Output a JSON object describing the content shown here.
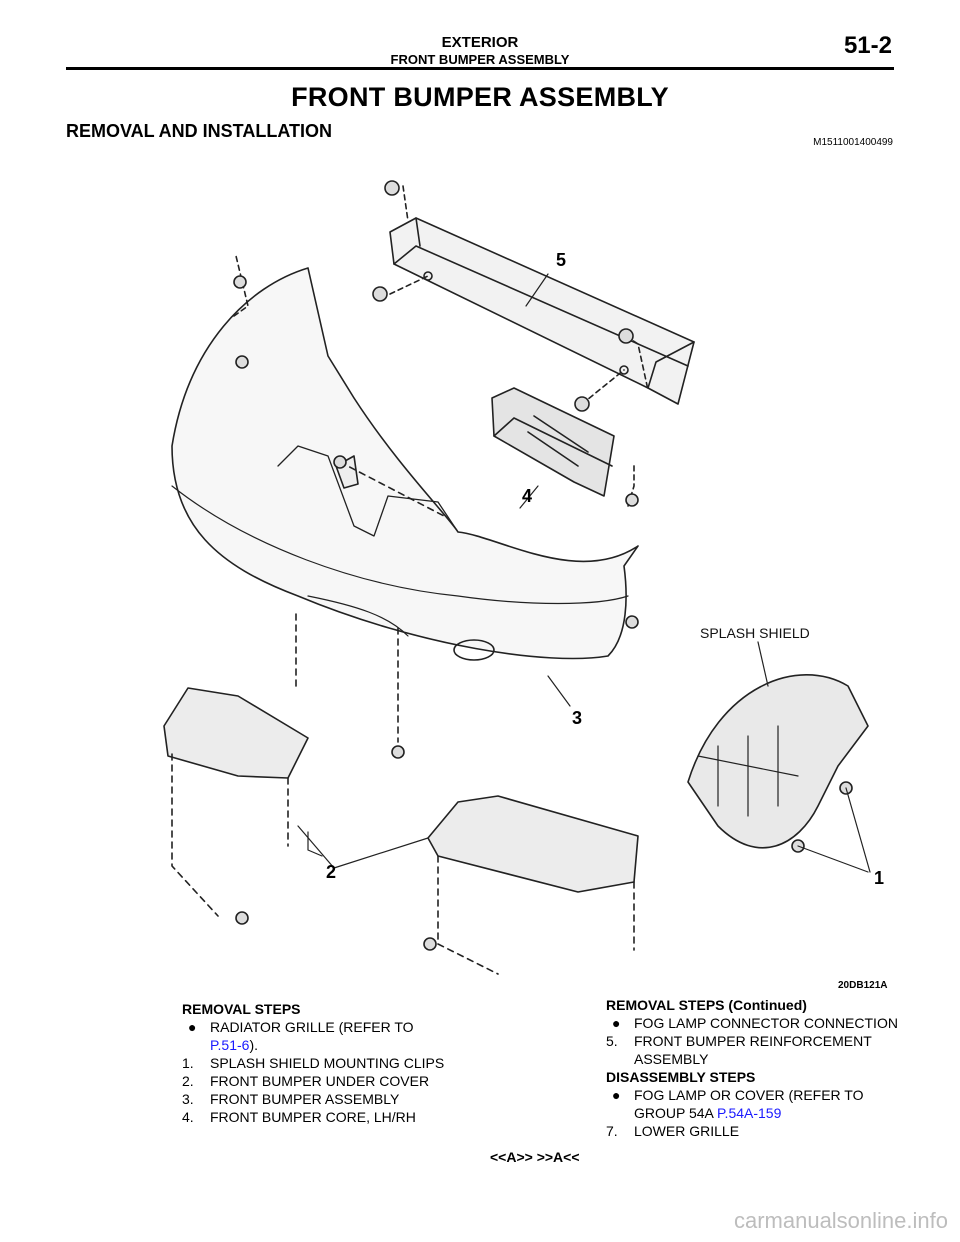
{
  "header": {
    "section": "EXTERIOR",
    "subsection": "FRONT BUMPER ASSEMBLY",
    "page": "51-2"
  },
  "title": "FRONT BUMPER ASSEMBLY",
  "subtitle": "REMOVAL AND INSTALLATION",
  "doc_id": "M1511001400499",
  "figure": {
    "callouts": [
      "1",
      "2",
      "3",
      "4",
      "5"
    ],
    "splash_label": "SPLASH SHIELD",
    "figure_code": "20DB121A"
  },
  "removal_steps": {
    "heading": "REMOVAL STEPS",
    "bullet1_text": "RADIATOR GRILLE (REFER TO",
    "bullet1_link": "P.51-6",
    "bullet1_tail": ").",
    "items": [
      {
        "num": "1.",
        "text": "SPLASH SHIELD MOUNTING CLIPS"
      },
      {
        "num": "2.",
        "text": "FRONT BUMPER UNDER COVER"
      },
      {
        "num": "3.",
        "text": "FRONT BUMPER ASSEMBLY"
      },
      {
        "num": "4.",
        "text": "FRONT BUMPER CORE, LH/RH"
      }
    ]
  },
  "removal_steps_cont": {
    "heading": "REMOVAL STEPS (Continued)",
    "bullet_text": "FOG LAMP CONNECTOR CONNECTION",
    "item5_num": "5.",
    "item5_text": "FRONT BUMPER REINFORCEMENT ASSEMBLY"
  },
  "disassembly_steps": {
    "heading": "DISASSEMBLY STEPS",
    "bullet_text": "FOG LAMP OR COVER (REFER TO GROUP 54A",
    "bullet_link": "P.54A-159",
    "item7_markers": "<<A>>  >>A<<",
    "item7_num": "7.",
    "item7_text": "LOWER GRILLE"
  },
  "watermark": "carmanualsonline.info"
}
